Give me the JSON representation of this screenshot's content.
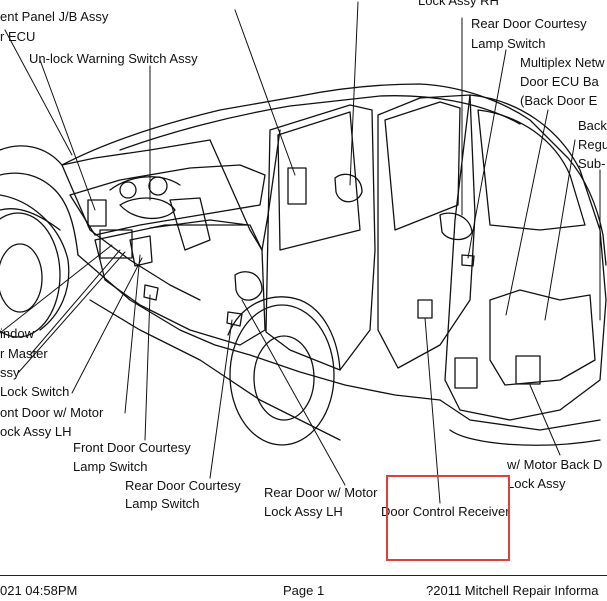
{
  "labels": {
    "instrument_panel_jb": "ent Panel J/B Assy",
    "ecu": "r ECU",
    "unlock_warning": "Un-lock Warning Switch Assy",
    "lock_assy_rh": "Lock Assy RH",
    "rear_courtesy_rh_1": "Rear Door Courtesy",
    "rear_courtesy_rh_2": "Lamp Switch",
    "multiplex_1": "Multiplex Netw",
    "multiplex_2": "Door ECU Ba",
    "multiplex_3": "(Back Door E",
    "back_1": "Back",
    "back_2": "Regu",
    "back_3": "Sub-",
    "window": "indow",
    "master": "r Master",
    "assy": "ssy",
    "lock_switch": "Lock Switch",
    "front_door_motor": "ont Door w/ Motor",
    "lock_assy_lh_front": "ock Assy LH",
    "front_courtesy_1": "Front Door Courtesy",
    "front_courtesy_2": "Lamp Switch",
    "rear_courtesy_lh_1": "Rear Door Courtesy",
    "rear_courtesy_lh_2": "Lamp Switch",
    "rear_door_motor_1": "Rear Door w/ Motor",
    "rear_door_motor_2": "Lock Assy LH",
    "door_control_receiver": "Door Control Receiver",
    "back_door_motor_1": "w/ Motor Back D",
    "back_door_motor_2": "Lock Assy"
  },
  "footer": {
    "datetime": "021  04:58PM",
    "page": "Page 1",
    "copyright": "?2011 Mitchell Repair Informa"
  },
  "colors": {
    "line": "#111111",
    "highlight": "#e0403c",
    "background": "#ffffff"
  }
}
